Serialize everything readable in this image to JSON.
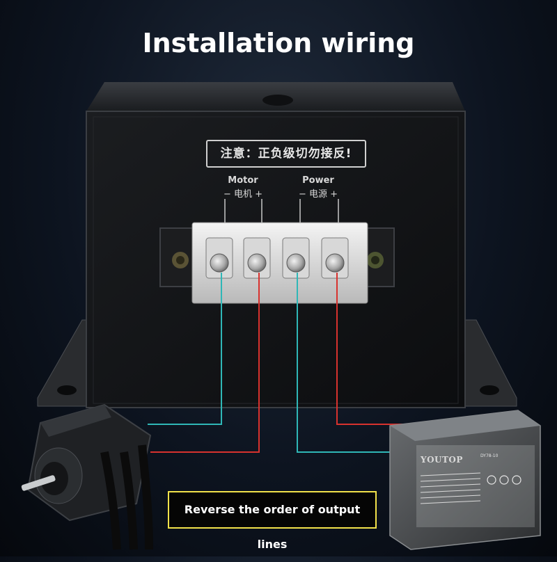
{
  "title": "Installation wiring",
  "warning_label": "注意：正负级切勿接反!",
  "terminals": {
    "motor": {
      "label": "Motor",
      "sub": "电机",
      "minus": "−",
      "plus": "+"
    },
    "power": {
      "label": "Power",
      "sub": "电源",
      "minus": "−",
      "plus": "+"
    }
  },
  "note": "Reverse the order of output lines",
  "battery": {
    "brand": "YOUTOP",
    "model": "DY78-10"
  },
  "colors": {
    "negative_wire": "#2fb7b7",
    "positive_wire": "#d8322e",
    "note_border": "#f2e24a",
    "title_text": "#ffffff"
  }
}
